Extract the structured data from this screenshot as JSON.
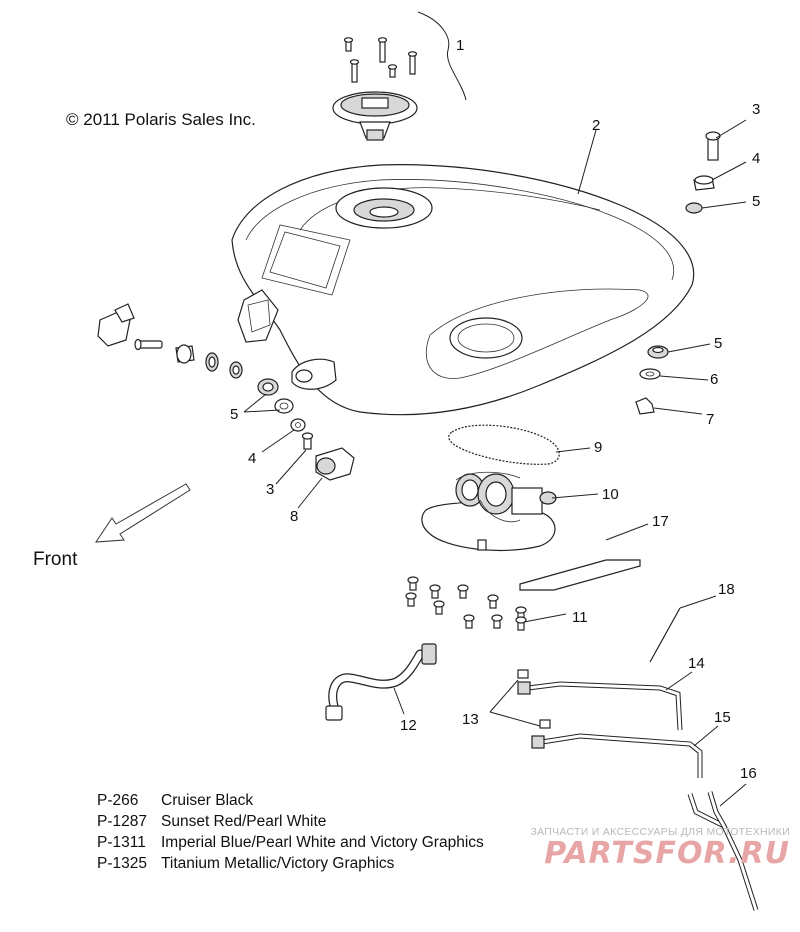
{
  "copyright": "© 2011 Polaris Sales Inc.",
  "front_label": "Front",
  "callouts": {
    "c1": "1",
    "c2": "2",
    "c3a": "3",
    "c3b": "3",
    "c4a": "4",
    "c4b": "4",
    "c5a": "5",
    "c5b": "5",
    "c5c": "5",
    "c6": "6",
    "c7": "7",
    "c8": "8",
    "c9": "9",
    "c10": "10",
    "c11": "11",
    "c12": "12",
    "c13": "13",
    "c14": "14",
    "c15": "15",
    "c16": "16",
    "c17": "17",
    "c18": "18"
  },
  "color_options": [
    {
      "code": "P-266",
      "name": "Cruiser Black"
    },
    {
      "code": "P-1287",
      "name": "Sunset Red/Pearl White"
    },
    {
      "code": "P-1311",
      "name": "Imperial Blue/Pearl White and Victory Graphics"
    },
    {
      "code": "P-1325",
      "name": "Titanium Metallic/Victory Graphics"
    }
  ],
  "watermark": {
    "tagline": "ЗАПЧАСТИ И АКСЕССУАРЫ ДЛЯ МОТОТЕХНИКИ",
    "logo": "PARTSFOR.RU"
  }
}
